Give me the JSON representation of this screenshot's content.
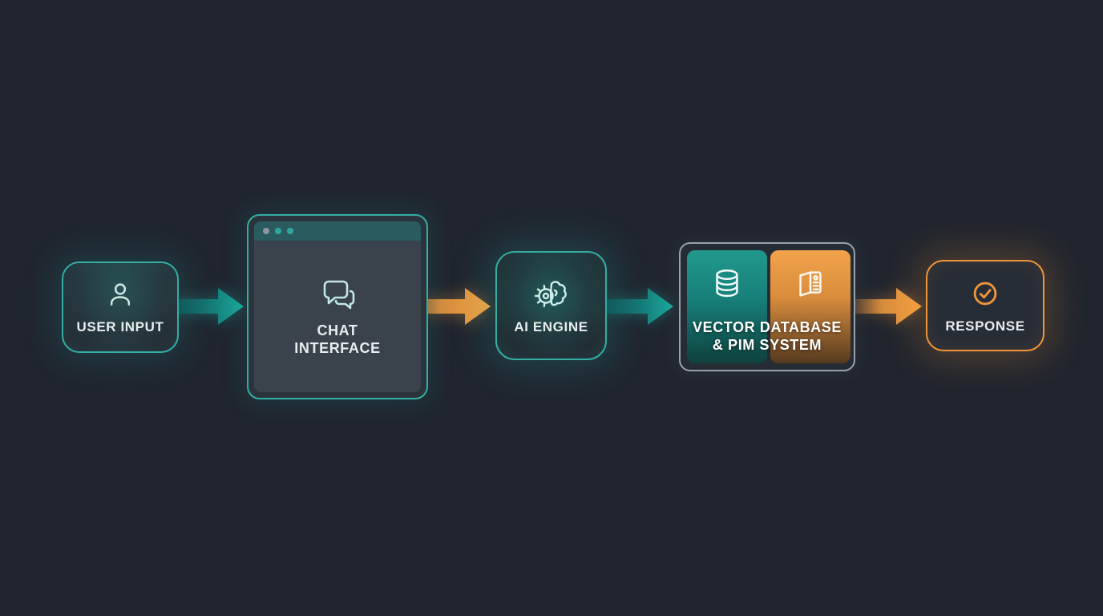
{
  "diagram": {
    "type": "flowchart",
    "background_color": "#20252e",
    "colors": {
      "teal_accent": "#1fa79d",
      "teal_border": "#34ada3",
      "orange_accent": "#f0953b",
      "gray_border": "#98a1ab",
      "label_text": "#e9edef",
      "titlebar": "#2a5c5f"
    },
    "nodes": [
      {
        "id": "user-input",
        "label": "USER INPUT",
        "icon": "person-icon",
        "accent": "teal"
      },
      {
        "id": "chat-interface",
        "label": "CHAT INTERFACE",
        "line1": "CHAT",
        "line2": "INTERFACE",
        "icon": "chat-bubbles-icon",
        "accent": "teal",
        "style": "browser-window"
      },
      {
        "id": "ai-engine",
        "label": "AI ENGINE",
        "icon": "gear-brain-icon",
        "accent": "teal"
      },
      {
        "id": "vector-db-pim",
        "label": "VECTOR DATABASE & PIM SYSTEM",
        "line1": "VECTOR DATABASE",
        "line2": "& PIM SYSTEM",
        "icons": [
          "database-icon",
          "catalog-icon"
        ],
        "accent": "teal-orange-split"
      },
      {
        "id": "response",
        "label": "RESPONSE",
        "icon": "check-circle-icon",
        "accent": "orange"
      }
    ],
    "connectors": [
      {
        "from": "user-input",
        "to": "chat-interface",
        "color": "teal",
        "direction": "right"
      },
      {
        "from": "chat-interface",
        "to": "ai-engine",
        "color": "orange",
        "direction": "right"
      },
      {
        "from": "ai-engine",
        "to": "vector-db-pim",
        "color": "teal",
        "direction": "right"
      },
      {
        "from": "vector-db-pim",
        "to": "response",
        "color": "orange",
        "direction": "right"
      }
    ]
  }
}
